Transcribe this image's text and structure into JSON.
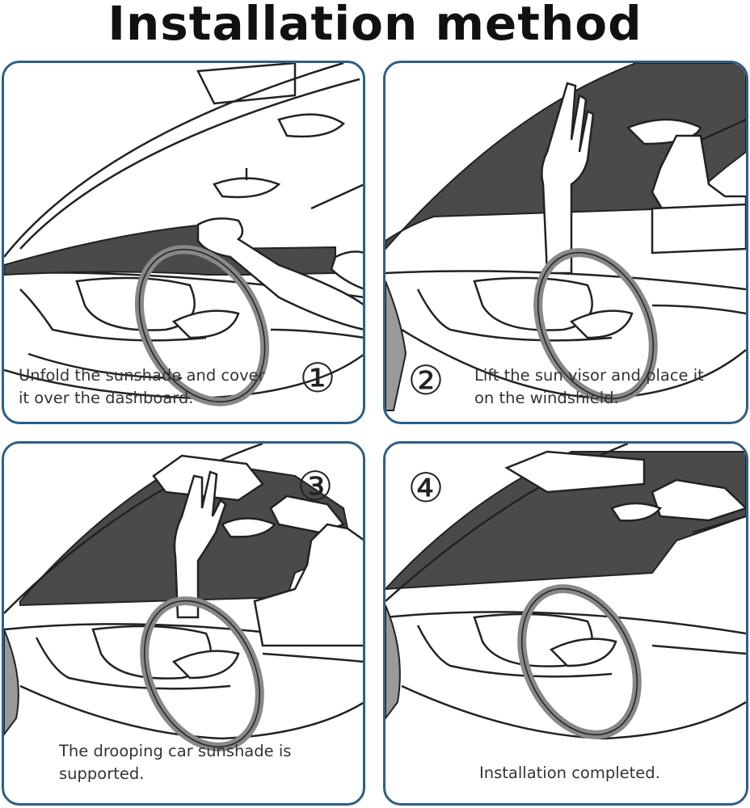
{
  "title": "Installation method",
  "steps": [
    {
      "number": "①",
      "caption": "Unfold the sunshade and cover\nit over the dashboard."
    },
    {
      "number": "②",
      "caption": "Lift the sun visor and place it\non the windshield."
    },
    {
      "number": "③",
      "caption": "The drooping car sunshade is\nsupported."
    },
    {
      "number": "④",
      "caption": "Installation completed."
    }
  ],
  "colors": {
    "panel_border": "#2e5f86",
    "sunshade": "#4a4a4a",
    "steering_wheel": "#888888",
    "line_art": "#222222"
  }
}
